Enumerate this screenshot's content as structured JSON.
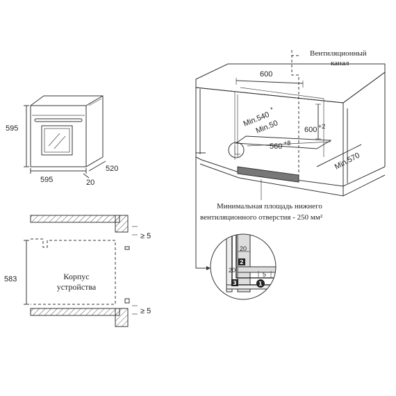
{
  "oven_view": {
    "height": "595",
    "width": "595",
    "depth": "520",
    "door": "20"
  },
  "side_view": {
    "gap_top": "≥ 5",
    "gap_bottom": "≥ 5",
    "height": "583",
    "body_label_line1": "Корпус",
    "body_label_line2": "устройства"
  },
  "cabinet": {
    "width_600": "600",
    "min_540": "Min.540",
    "min_540_sup": "*",
    "min_50": "Min.50",
    "height_600": "600",
    "height_600_sup": "+2",
    "width_560": "560",
    "width_560_sup": "+8",
    "min_570": "Min.570",
    "vent_channel_line1": "Вентиляционный",
    "vent_channel_line2": "канал",
    "vent_area_line1": "Минимальная площадь нижнего",
    "vent_area_line2": "вентиляционного отверстия - 250 мм²"
  },
  "detail": {
    "dim_20_top": "20",
    "dim_20_left": "20",
    "dim_5": "5",
    "badge_1": "1",
    "badge_2": "2",
    "badge_3": "3"
  }
}
